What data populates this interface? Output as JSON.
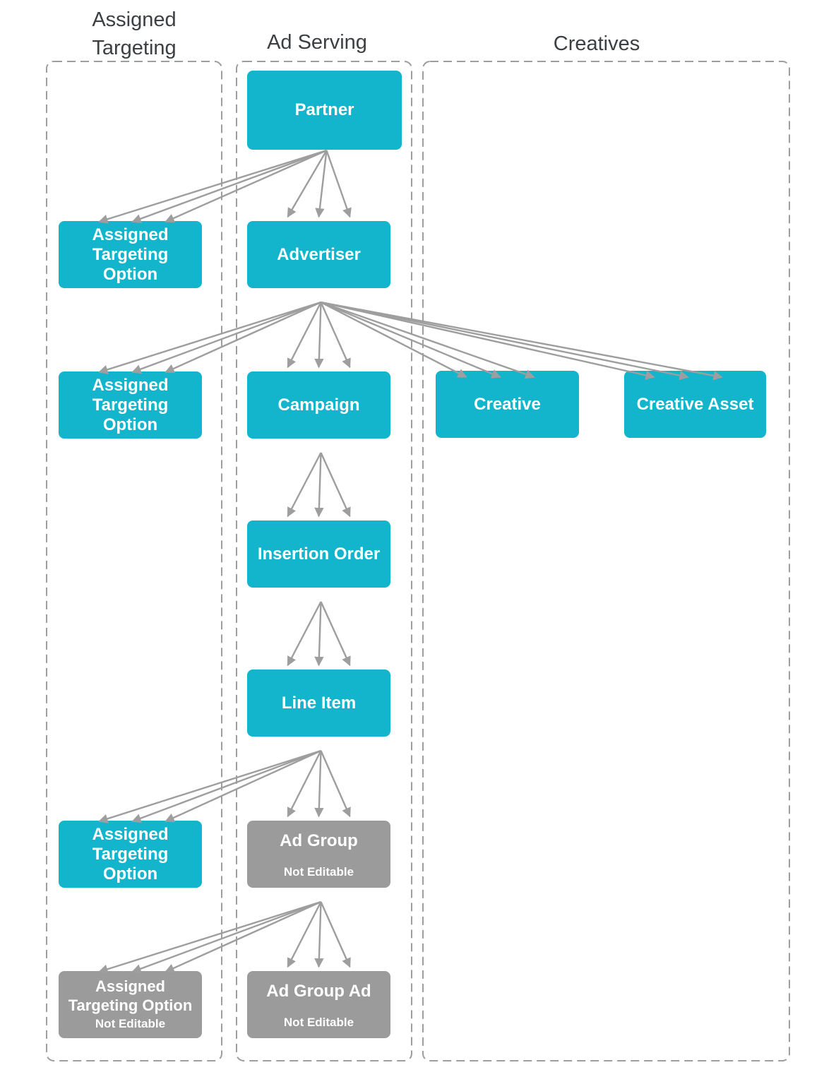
{
  "headers": {
    "assigned_targeting": "Assigned Targeting",
    "ad_serving": "Ad Serving",
    "creatives": "Creatives"
  },
  "nodes": {
    "partner": {
      "label": "Partner"
    },
    "assigned_targeting_option_1": {
      "label": [
        "Assigned",
        "Targeting",
        "Option"
      ]
    },
    "advertiser": {
      "label": "Advertiser"
    },
    "assigned_targeting_option_2": {
      "label": [
        "Assigned",
        "Targeting",
        "Option"
      ]
    },
    "campaign": {
      "label": "Campaign"
    },
    "creative": {
      "label": "Creative"
    },
    "creative_asset": {
      "label": "Creative Asset"
    },
    "insertion_order": {
      "label": "Insertion Order"
    },
    "line_item": {
      "label": "Line Item"
    },
    "assigned_targeting_option_3": {
      "label": [
        "Assigned",
        "Targeting",
        "Option"
      ]
    },
    "ad_group": {
      "label": "Ad Group",
      "sublabel": "Not Editable"
    },
    "assigned_targeting_option_4": {
      "label": [
        "Assigned",
        "Targeting Option"
      ],
      "sublabel": "Not Editable"
    },
    "ad_group_ad": {
      "label": "Ad Group Ad",
      "sublabel": "Not Editable"
    }
  },
  "edges": [
    {
      "from": "partner",
      "to": "assigned_targeting_option_1"
    },
    {
      "from": "partner",
      "to": "advertiser"
    },
    {
      "from": "advertiser",
      "to": "assigned_targeting_option_2"
    },
    {
      "from": "advertiser",
      "to": "campaign"
    },
    {
      "from": "advertiser",
      "to": "creative"
    },
    {
      "from": "advertiser",
      "to": "creative_asset"
    },
    {
      "from": "campaign",
      "to": "insertion_order"
    },
    {
      "from": "insertion_order",
      "to": "line_item"
    },
    {
      "from": "line_item",
      "to": "assigned_targeting_option_3"
    },
    {
      "from": "line_item",
      "to": "ad_group"
    },
    {
      "from": "ad_group",
      "to": "assigned_targeting_option_4"
    },
    {
      "from": "ad_group",
      "to": "ad_group_ad"
    }
  ],
  "colors": {
    "node_cyan": "#12b5cb",
    "node_cyan_shadow_mid": "#0e95a8",
    "node_cyan_shadow_dark": "#02626c",
    "node_gray": "#9b9b9b",
    "node_gray_shadow_mid": "#4e4e4e",
    "node_gray_shadow_dark": "#262626",
    "node_text": "#ffffff",
    "header_text": "#3c4043",
    "arrow": "#9e9e9e",
    "column_border": "#9e9e9e",
    "background": "#ffffff"
  }
}
